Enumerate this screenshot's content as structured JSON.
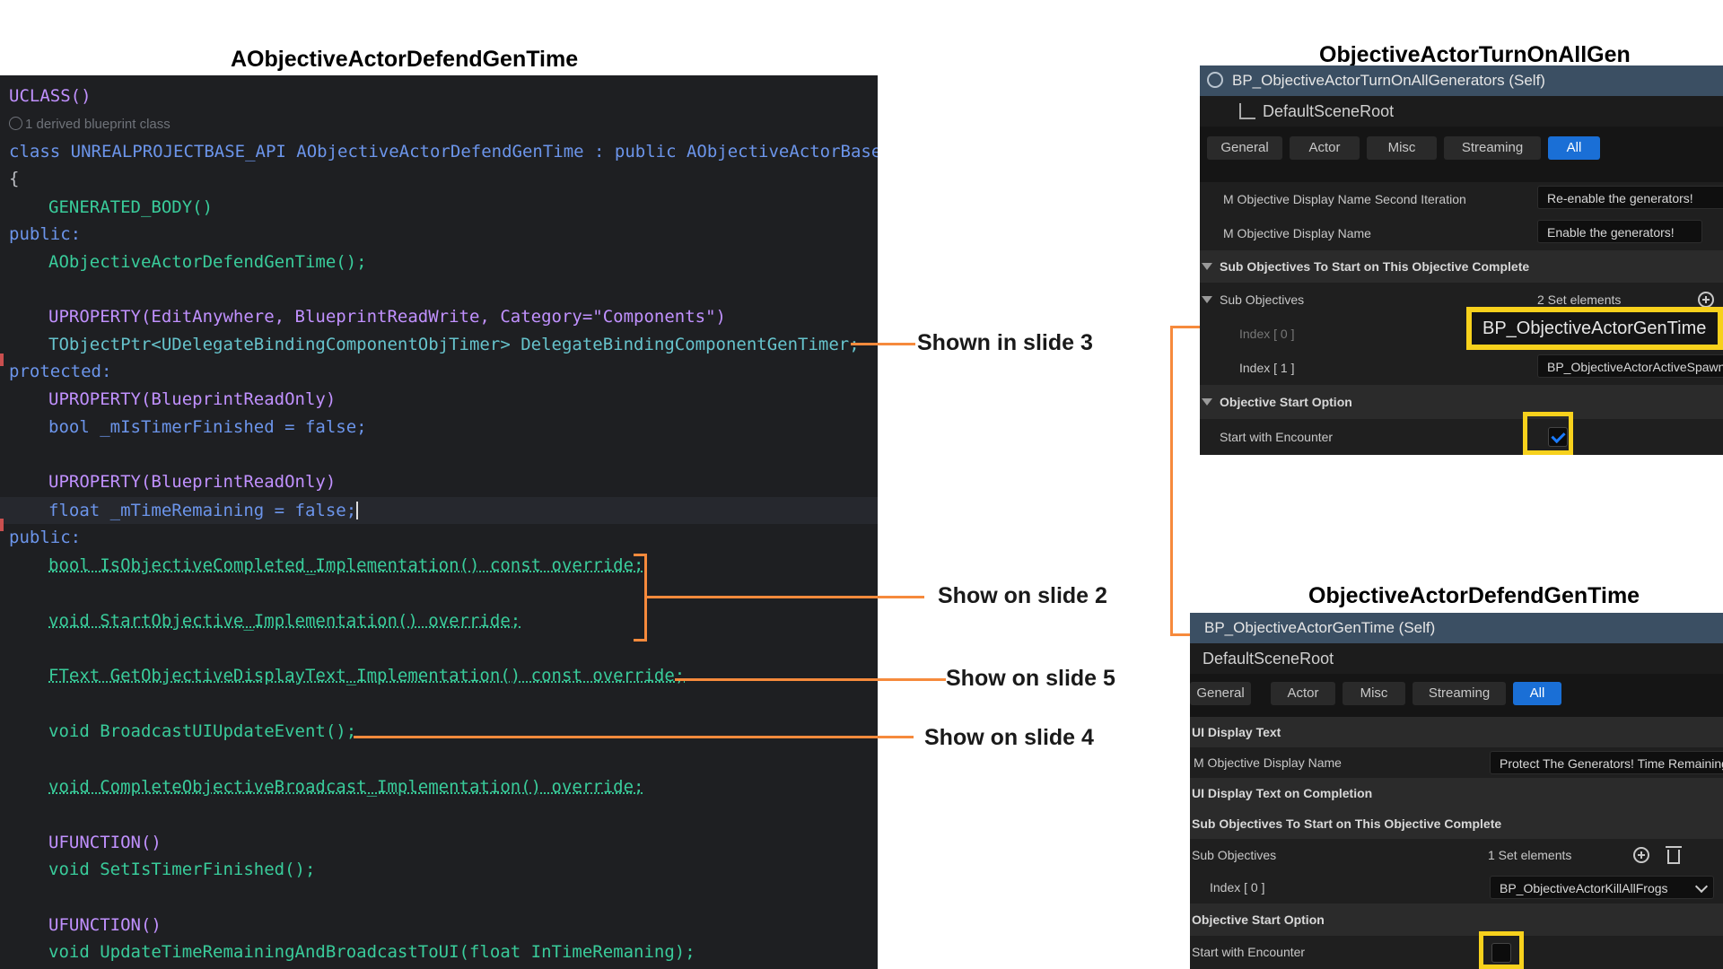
{
  "headings": {
    "code": "AObjectiveActorDefendGenTime",
    "panel_top": "ObjectiveActorTurnOnAllGen",
    "panel_bottom": "ObjectiveActorDefendGenTime"
  },
  "code": {
    "derived_hint": "1 derived blueprint class",
    "lines": [
      "UCLASS()",
      "class UNREALPROJECTBASE_API AObjectiveActorDefendGenTime : public AObjectiveActorBase",
      "{",
      "GENERATED_BODY()",
      "public:",
      "AObjectiveActorDefendGenTime();",
      "UPROPERTY(EditAnywhere, BlueprintReadWrite, Category=\"Components\")",
      "TObjectPtr<UDelegateBindingComponentObjTimer> DelegateBindingComponentGenTimer;",
      "protected:",
      "UPROPERTY(BlueprintReadOnly)",
      "bool _mIsTimerFinished = false;",
      "UPROPERTY(BlueprintReadOnly)",
      "float _mTimeRemaining = false;",
      "public:",
      "bool IsObjectiveCompleted_Implementation() const override;",
      "void StartObjective_Implementation() override;",
      "FText GetObjectiveDisplayText_Implementation() const override;",
      "void BroadcastUIUpdateEvent();",
      "void CompleteObjectiveBroadcast_Implementation() override;",
      "UFUNCTION()",
      "void SetIsTimerFinished();",
      "UFUNCTION()",
      "void UpdateTimeRemainingAndBroadcastToUI(float InTimeRemaning);"
    ]
  },
  "annotations": {
    "slide3": "Shown in slide 3",
    "slide2": "Show on slide 2",
    "slide5": "Show on slide 5",
    "slide4": "Show on slide 4"
  },
  "panel_top": {
    "title": "BP_ObjectiveActorTurnOnAllGenerators (Self)",
    "root": "DefaultSceneRoot",
    "tabs": [
      "General",
      "Actor",
      "Misc",
      "Streaming",
      "All"
    ],
    "active_tab": "All",
    "rows": {
      "name2_label": "M Objective Display Name Second Iteration",
      "name2_value": "Re-enable the generators!",
      "name_label": "M Objective Display Name",
      "name_value": "Enable the generators!",
      "cat_sub": "Sub Objectives To Start on This Objective Complete",
      "sub_label": "Sub Objectives",
      "sub_value": "2 Set elements",
      "index0_label": "Index [ 0 ]",
      "index0_value": "BP_ObjectiveActorGenTime",
      "index1_label": "Index [ 1 ]",
      "index1_value": "BP_ObjectiveActorActiveSpawner",
      "cat_start": "Objective Start Option",
      "start_label": "Start with Encounter",
      "start_checked": true
    }
  },
  "panel_bottom": {
    "title": "BP_ObjectiveActorGenTime (Self)",
    "root": "DefaultSceneRoot",
    "tabs": [
      "General",
      "Actor",
      "Misc",
      "Streaming",
      "All"
    ],
    "active_tab": "All",
    "rows": {
      "cat_ui": "UI Display Text",
      "name_label": "M Objective Display Name",
      "name_value": "Protect The Generators! Time Remaining:",
      "cat_ui_complete": "UI Display Text on Completion",
      "cat_sub": "Sub Objectives To Start on This Objective Complete",
      "sub_label": "Sub Objectives",
      "sub_value": "1 Set elements",
      "index0_label": "Index [ 0 ]",
      "index0_value": "BP_ObjectiveActorKillAllFrogs",
      "cat_start": "Objective Start Option",
      "start_label": "Start with Encounter",
      "start_checked": false
    }
  },
  "colors": {
    "accent_orange": "#f68a3c",
    "highlight_yellow": "#f7d11c",
    "tab_active": "#1a6fd6",
    "code_bg": "#1e1f22"
  }
}
